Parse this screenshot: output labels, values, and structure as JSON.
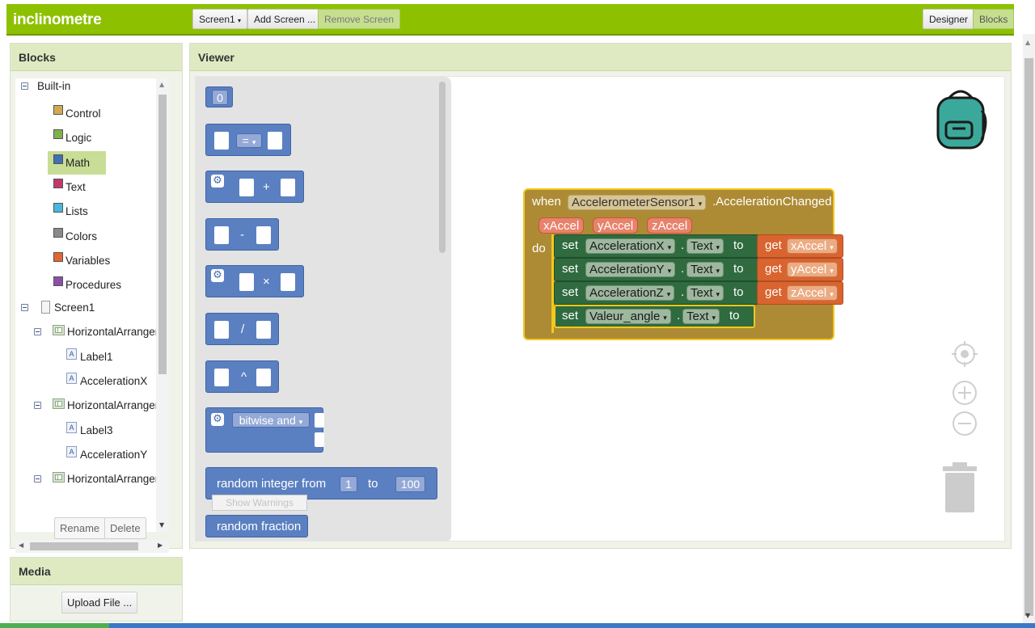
{
  "app": {
    "title": "inclinometre"
  },
  "toolbar": {
    "screen_select": "Screen1",
    "add_screen": "Add Screen ...",
    "remove_screen": "Remove Screen",
    "designer": "Designer",
    "blocks": "Blocks"
  },
  "blocks_panel": {
    "title": "Blocks",
    "builtin_label": "Built-in",
    "builtin_items": [
      {
        "label": "Control",
        "color": "#d4a84f"
      },
      {
        "label": "Logic",
        "color": "#7fb24c"
      },
      {
        "label": "Math",
        "color": "#3f6fb5"
      },
      {
        "label": "Text",
        "color": "#c2386b"
      },
      {
        "label": "Lists",
        "color": "#47b7dc"
      },
      {
        "label": "Colors",
        "color": "#8a8a8a"
      },
      {
        "label": "Variables",
        "color": "#e3662f"
      },
      {
        "label": "Procedures",
        "color": "#8d4fa5"
      }
    ],
    "selected_item": "Math",
    "screen_label": "Screen1",
    "components": {
      "arr1": "HorizontalArrangemen",
      "arr1_children": [
        "Label1",
        "AccelerationX"
      ],
      "arr2": "HorizontalArrangemen",
      "arr2_children": [
        "Label3",
        "AccelerationY"
      ],
      "arr3": "HorizontalArrangemen"
    },
    "rename_button": "Rename",
    "delete_button": "Delete"
  },
  "media_panel": {
    "title": "Media",
    "upload_button": "Upload File ..."
  },
  "viewer": {
    "title": "Viewer",
    "flyout": {
      "number_value": "0",
      "compare_op": "=",
      "plus": "+",
      "minus": "-",
      "times": "×",
      "divide": "/",
      "power": "^",
      "bitwise": "bitwise and",
      "random_int_label": "random integer from",
      "random_int_to": "to",
      "random_int_from_value": "1",
      "random_int_to_value": "100",
      "random_fraction": "random fraction"
    },
    "show_warnings": "Show Warnings",
    "event_block": {
      "when": "when",
      "component": "AccelerometerSensor1",
      "event": ".AccelerationChanged",
      "params": [
        "xAccel",
        "yAccel",
        "zAccel"
      ],
      "do": "do",
      "statements": [
        {
          "set": "set",
          "component": "AccelerationX",
          "dot": ".",
          "property": "Text",
          "to": "to",
          "get": "get",
          "variable": "xAccel"
        },
        {
          "set": "set",
          "component": "AccelerationY",
          "dot": ".",
          "property": "Text",
          "to": "to",
          "get": "get",
          "variable": "yAccel"
        },
        {
          "set": "set",
          "component": "AccelerationZ",
          "dot": ".",
          "property": "Text",
          "to": "to",
          "get": "get",
          "variable": "zAccel"
        },
        {
          "set": "set",
          "component": "Valeur_angle",
          "dot": ".",
          "property": "Text",
          "to": "to"
        }
      ]
    }
  }
}
